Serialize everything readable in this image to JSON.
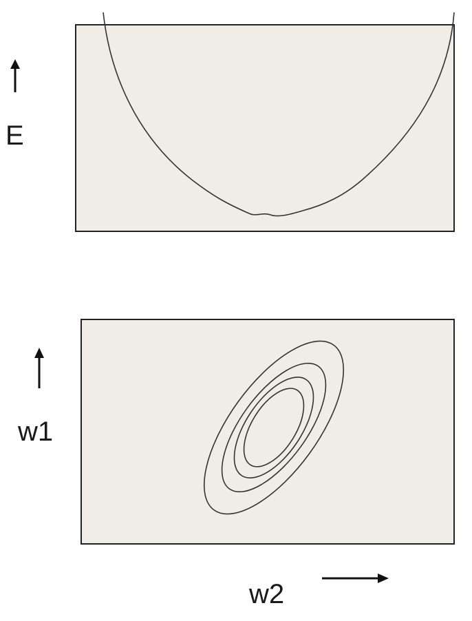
{
  "top_panel": {
    "y_axis_label": "E",
    "y_arrow_icon": "arrow-up-icon"
  },
  "bottom_panel": {
    "y_axis_label": "w1",
    "x_axis_label": "w2",
    "y_arrow_icon": "arrow-up-icon",
    "x_arrow_icon": "arrow-right-icon",
    "contour_count": 4
  },
  "colors": {
    "panel_background": "#efede6",
    "line": "#333333"
  }
}
